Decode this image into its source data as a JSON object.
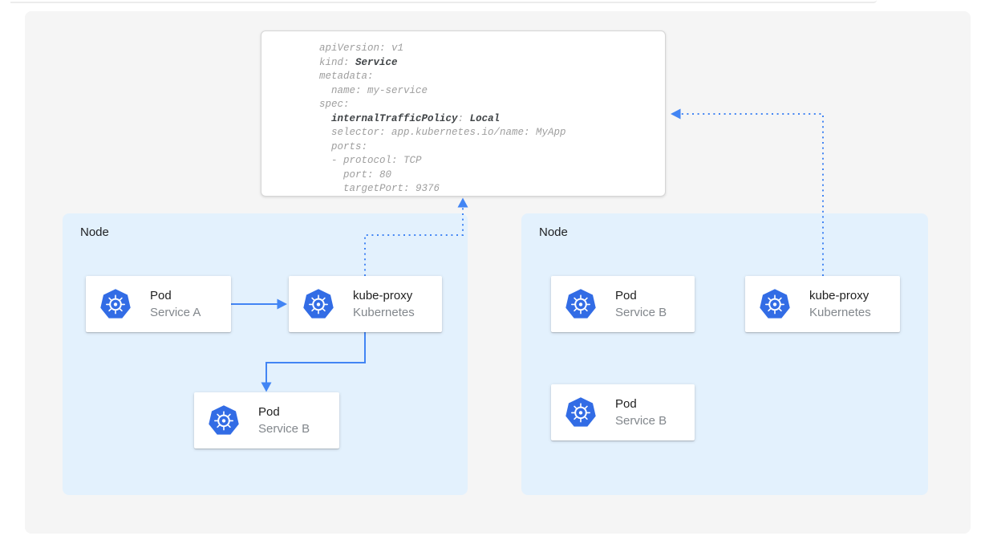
{
  "yaml": {
    "lines": [
      [
        {
          "t": "apiVersion: v1",
          "b": false
        }
      ],
      [
        {
          "t": "kind: ",
          "b": false
        },
        {
          "t": "Service",
          "b": true
        }
      ],
      [
        {
          "t": "metadata:",
          "b": false
        }
      ],
      [
        {
          "t": "  name: my-service",
          "b": false
        }
      ],
      [
        {
          "t": "spec:",
          "b": false
        }
      ],
      [
        {
          "t": "  ",
          "b": false
        },
        {
          "t": "internalTrafficPolicy",
          "b": true
        },
        {
          "t": ": ",
          "b": false
        },
        {
          "t": "Local",
          "b": true
        }
      ],
      [
        {
          "t": "  selector: app.kubernetes.io/name: MyApp",
          "b": false
        }
      ],
      [
        {
          "t": "  ports:",
          "b": false
        }
      ],
      [
        {
          "t": "  - protocol: TCP",
          "b": false
        }
      ],
      [
        {
          "t": "    port: 80",
          "b": false
        }
      ],
      [
        {
          "t": "    targetPort: 9376",
          "b": false
        }
      ]
    ]
  },
  "nodes": [
    {
      "label": "Node",
      "boxes": [
        {
          "title": "Pod",
          "subtitle": "Service A"
        },
        {
          "title": "kube-proxy",
          "subtitle": "Kubernetes"
        },
        {
          "title": "Pod",
          "subtitle": "Service B"
        }
      ]
    },
    {
      "label": "Node",
      "boxes": [
        {
          "title": "Pod",
          "subtitle": "Service B"
        },
        {
          "title": "kube-proxy",
          "subtitle": "Kubernetes"
        },
        {
          "title": "Pod",
          "subtitle": "Service B"
        }
      ]
    }
  ],
  "colors": {
    "arrow_blue": "#4285f4",
    "kubernetes_blue": "#326ce5",
    "node_background": "#e3f1fd",
    "canvas_background": "#f5f5f5"
  }
}
